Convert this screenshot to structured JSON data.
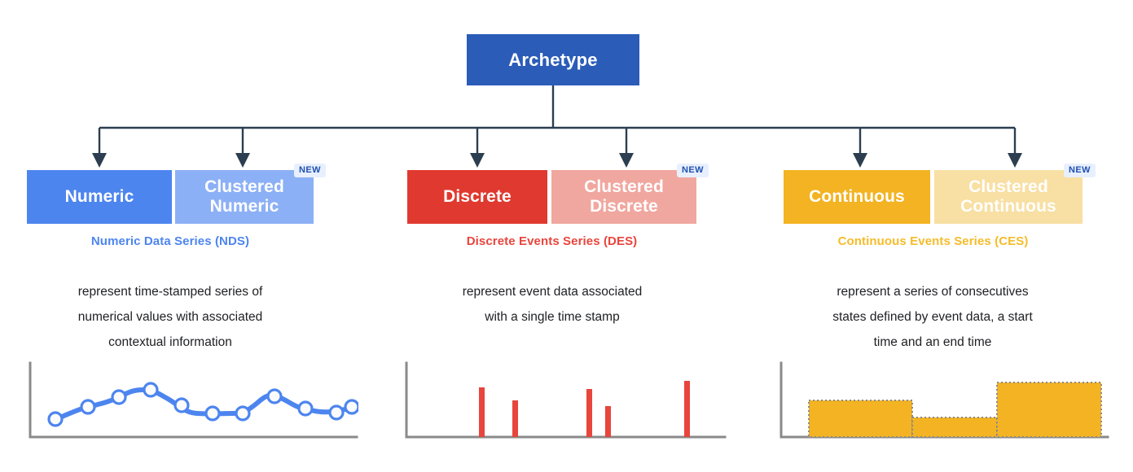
{
  "diagram": {
    "root": {
      "label": "Archetype",
      "color": "#2b5cb8"
    },
    "badge_label": "NEW",
    "groups": [
      {
        "id": "numeric",
        "primary": {
          "label": "Numeric",
          "color": "#4d85ef"
        },
        "clustered": {
          "label": "Clustered\nNumeric",
          "color": "#8cb0f5",
          "is_new": true
        },
        "title": "Numeric Data Series (NDS)",
        "title_color": "#4d85ef",
        "description": "represent time-stamped series of\nnumerical values with associated\ncontextual information"
      },
      {
        "id": "discrete",
        "primary": {
          "label": "Discrete",
          "color": "#e0392f"
        },
        "clustered": {
          "label": "Clustered\nDiscrete",
          "color": "#f0a79f",
          "is_new": true
        },
        "title": "Discrete Events Series (DES)",
        "title_color": "#e8453c",
        "description": "represent event data associated\nwith a single time stamp"
      },
      {
        "id": "continuous",
        "primary": {
          "label": "Continuous",
          "color": "#f3b322"
        },
        "clustered": {
          "label": "Clustered\nContinuous",
          "color": "#f8dfa3",
          "is_new": true
        },
        "title": "Continuous Events Series (CES)",
        "title_color": "#f5bc2a",
        "description": "represent a series of consecutives\nstates defined by event data, a start\ntime and an end time"
      }
    ],
    "connector_color": "#2c3e50",
    "axis_color": "#8a8a8a"
  },
  "chart_data": [
    {
      "id": "nds-chart",
      "type": "line",
      "title": "",
      "xlabel": "",
      "ylabel": "",
      "series_color": "#4d85ef",
      "marker_fill": "#fbfbfb",
      "x": [
        0,
        1,
        2,
        3,
        4,
        5,
        6,
        7,
        8,
        9,
        10
      ],
      "values": [
        18,
        41,
        52,
        50,
        27,
        26,
        27,
        54,
        37,
        29,
        36
      ],
      "ylim": [
        0,
        72
      ],
      "grid": false,
      "legend": "none"
    },
    {
      "id": "des-chart",
      "type": "bar",
      "title": "",
      "xlabel": "",
      "ylabel": "",
      "series_color": "#e8453c",
      "x": [
        1.55,
        2.6,
        4.9,
        5.5,
        7.95
      ],
      "categories": [
        "e1",
        "e2",
        "e3",
        "e4",
        "e5"
      ],
      "values": [
        58,
        44,
        57,
        37,
        64
      ],
      "ylim": [
        0,
        76
      ],
      "grid": false,
      "legend": "none"
    },
    {
      "id": "ces-chart",
      "type": "area",
      "title": "",
      "xlabel": "",
      "ylabel": "",
      "series_color": "#f3b322",
      "border_style": "dotted",
      "border_color": "#8a8a8a",
      "segments": [
        {
          "start": 0.85,
          "end": 4.45,
          "value": 46
        },
        {
          "start": 4.45,
          "end": 7.55,
          "value": 23
        },
        {
          "start": 7.55,
          "end": 11.4,
          "value": 67
        }
      ],
      "ylim": [
        0,
        78
      ],
      "grid": false,
      "legend": "none"
    }
  ]
}
